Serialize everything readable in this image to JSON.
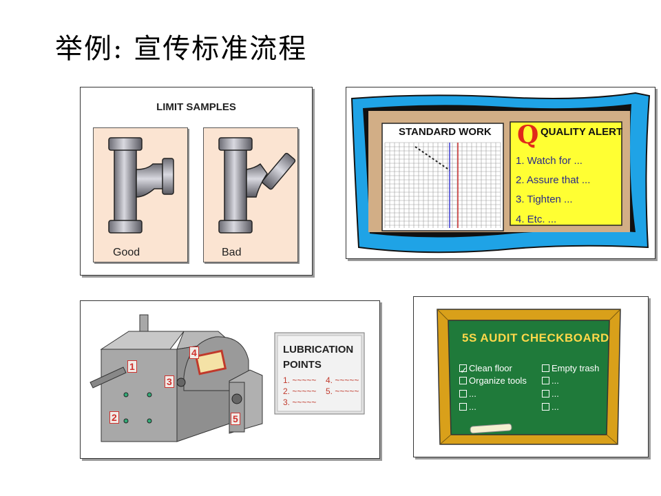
{
  "page": {
    "title": "举例: 宣传标准流程"
  },
  "limit_samples": {
    "title": "LIMIT SAMPLES",
    "good_label": "Good",
    "bad_label": "Bad",
    "card_color": "#fbe4d2"
  },
  "standard_work": {
    "title": "STANDARD WORK"
  },
  "quality_alert": {
    "q_letter": "Q",
    "title": "QUALITY ALERT",
    "items": [
      "1.  Watch for ...",
      "2.  Assure that ...",
      "3.  Tighten ...",
      "4.  Etc. ..."
    ],
    "background": "#ffff33"
  },
  "lubrication": {
    "title_line1": "LUBRICATION",
    "title_line2": "POINTS",
    "items": [
      "1. ~~~~~",
      "2. ~~~~~",
      "3. ~~~~~",
      "4. ~~~~~",
      "5. ~~~~~"
    ],
    "machine_numbers": [
      "1",
      "2",
      "3",
      "4",
      "5"
    ]
  },
  "audit_checkboard": {
    "title": "5S AUDIT CHECKBOARD",
    "left_items": [
      "Clean floor",
      "Organize tools",
      "...",
      "..."
    ],
    "right_items": [
      "Empty trash",
      "...",
      "...",
      "..."
    ],
    "board_color": "#1f7a3a",
    "frame_color": "#d9a01a"
  }
}
